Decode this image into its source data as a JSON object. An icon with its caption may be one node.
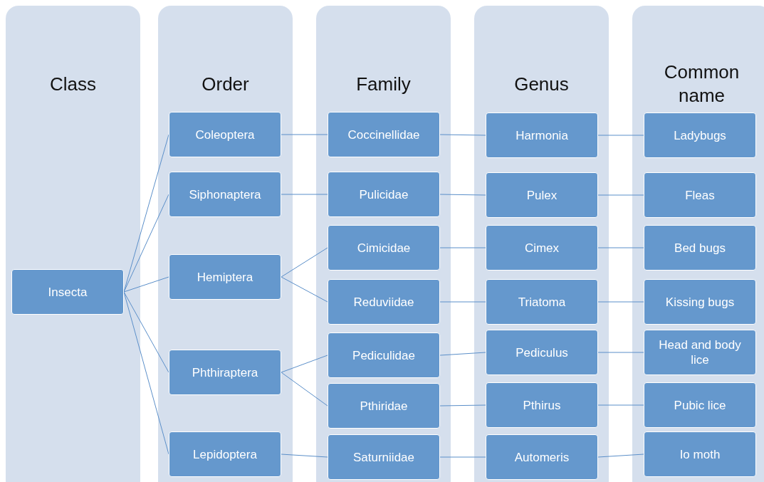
{
  "diagram": {
    "nodes": [
      {
        "text": [
          "Class"
        ]
      },
      {
        "text": [
          "Order"
        ]
      },
      {
        "text": [
          "Family"
        ]
      },
      {
        "text": [
          "Genus"
        ]
      },
      {
        "text": [
          "Common name"
        ]
      },
      {
        "text": [
          "Insecta"
        ],
        "in": 0
      },
      {
        "text": [
          "Coleoptera"
        ],
        "in": 1
      },
      {
        "text": [
          "Siphonaptera"
        ],
        "in": 1
      },
      {
        "text": [
          "Hemiptera"
        ],
        "in": 1
      },
      {
        "text": [
          "Phthiraptera"
        ],
        "in": 1
      },
      {
        "text": [
          "Lepidoptera"
        ],
        "in": 1
      },
      {
        "text": [
          "Coccinellidae"
        ],
        "in": 2
      },
      {
        "text": [
          "Pulicidae"
        ],
        "in": 2
      },
      {
        "text": [
          "Cimicidae"
        ],
        "in": 2
      },
      {
        "text": [
          "Reduviidae"
        ],
        "in": 2
      },
      {
        "text": [
          "Pediculidae"
        ],
        "in": 2
      },
      {
        "text": [
          "Pthiridae"
        ],
        "in": 2
      },
      {
        "text": [
          "Saturniidae"
        ],
        "in": 2
      },
      {
        "text": [
          "Harmonia"
        ],
        "in": 3
      },
      {
        "text": [
          "Pulex"
        ],
        "in": 3
      },
      {
        "text": [
          "Cimex"
        ],
        "in": 3
      },
      {
        "text": [
          "Triatoma"
        ],
        "in": 3
      },
      {
        "text": [
          "Pediculus"
        ],
        "in": 3
      },
      {
        "text": [
          "Pthirus"
        ],
        "in": 3
      },
      {
        "text": [
          "Automeris"
        ],
        "in": 3
      },
      {
        "text": [
          "Ladybugs"
        ],
        "in": 4
      },
      {
        "text": [
          "Fleas"
        ],
        "in": 4
      },
      {
        "text": [
          "Bed bugs"
        ],
        "in": 4
      },
      {
        "text": [
          "Kissing bugs"
        ],
        "in": 4
      },
      {
        "text": [
          "Head and body lice"
        ],
        "in": 4
      },
      {
        "text": [
          "Pubic lice"
        ],
        "in": 4
      },
      {
        "text": [
          "Io moth"
        ],
        "in": 4
      }
    ],
    "edges": [
      {
        "from": 5,
        "to": 6,
        "arrow": "none"
      },
      {
        "from": 5,
        "to": 7,
        "arrow": "none"
      },
      {
        "from": 5,
        "to": 8,
        "arrow": "none"
      },
      {
        "from": 5,
        "to": 9,
        "arrow": "none"
      },
      {
        "from": 5,
        "to": 10,
        "arrow": "none"
      },
      {
        "from": 6,
        "to": 11,
        "arrow": "none"
      },
      {
        "from": 7,
        "to": 12,
        "arrow": "none"
      },
      {
        "from": 8,
        "to": 13,
        "arrow": "none"
      },
      {
        "from": 8,
        "to": 14,
        "arrow": "none"
      },
      {
        "from": 9,
        "to": 15,
        "arrow": "none"
      },
      {
        "from": 9,
        "to": 16,
        "arrow": "none"
      },
      {
        "from": 10,
        "to": 17,
        "arrow": "none"
      },
      {
        "from": 11,
        "to": 18,
        "arrow": "none"
      },
      {
        "from": 12,
        "to": 19,
        "arrow": "none"
      },
      {
        "from": 13,
        "to": 20,
        "arrow": "none"
      },
      {
        "from": 14,
        "to": 21,
        "arrow": "none"
      },
      {
        "from": 15,
        "to": 22,
        "arrow": "none"
      },
      {
        "from": 16,
        "to": 23,
        "arrow": "none"
      },
      {
        "from": 17,
        "to": 24,
        "arrow": "none"
      },
      {
        "from": 18,
        "to": 25,
        "arrow": "none"
      },
      {
        "from": 19,
        "to": 26,
        "arrow": "none"
      },
      {
        "from": 20,
        "to": 27,
        "arrow": "none"
      },
      {
        "from": 21,
        "to": 28,
        "arrow": "none"
      },
      {
        "from": 22,
        "to": 29,
        "arrow": "none"
      },
      {
        "from": 23,
        "to": 30,
        "arrow": "none"
      },
      {
        "from": 24,
        "to": 31,
        "arrow": "none"
      }
    ]
  }
}
